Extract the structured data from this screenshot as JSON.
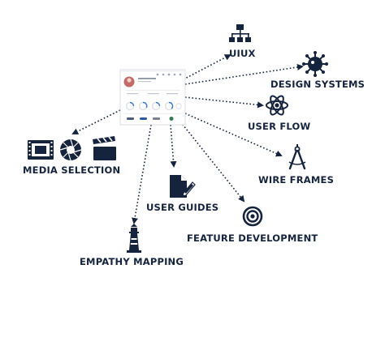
{
  "diagram": {
    "center": {
      "label": "profile-dashboard-screenshot"
    },
    "nodes": [
      {
        "id": "uiux",
        "label": "UIUX",
        "icon": "sitemap-icon"
      },
      {
        "id": "design-systems",
        "label": "DESIGN SYSTEMS",
        "icon": "virus-icon"
      },
      {
        "id": "user-flow",
        "label": "USER FLOW",
        "icon": "atom-icon"
      },
      {
        "id": "wire-frames",
        "label": "WIRE FRAMES",
        "icon": "compass-icon"
      },
      {
        "id": "feature-development",
        "label": "FEATURE DEVELOPMENT",
        "icon": "target-icon"
      },
      {
        "id": "user-guides",
        "label": "USER GUIDES",
        "icon": "document-pen-icon"
      },
      {
        "id": "empathy-mapping",
        "label": "EMPATHY MAPPING",
        "icon": "lighthouse-icon"
      },
      {
        "id": "media-selection",
        "label": "MEDIA SELECTION",
        "icon": "film-aperture-clapper-icon"
      }
    ],
    "colors": {
      "ink": "#15233d",
      "background": "#ffffff",
      "avatar": "#c26a68"
    }
  }
}
